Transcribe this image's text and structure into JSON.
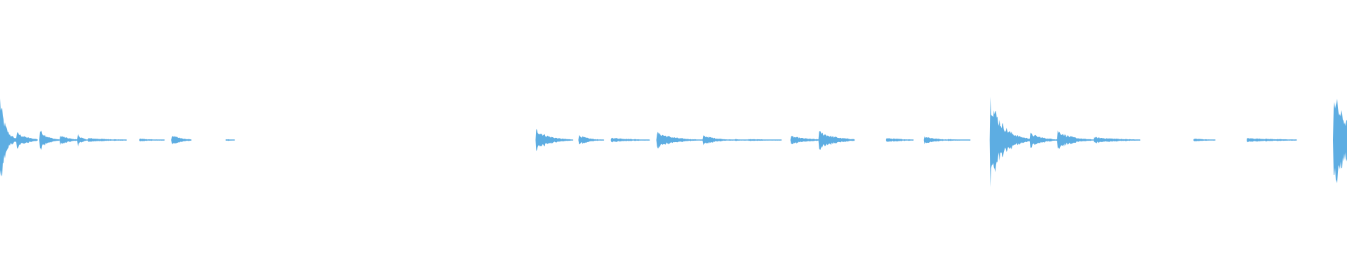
{
  "waveform": {
    "color": "#5dade2",
    "amplitude_scale": 78,
    "duration_fraction_count": 1920,
    "bursts": [
      {
        "start": 0.0,
        "end": 0.013,
        "peak": 0.9,
        "decay": 0.3
      },
      {
        "start": 0.013,
        "end": 0.028,
        "peak": 0.16,
        "decay": 0.5
      },
      {
        "start": 0.03,
        "end": 0.045,
        "peak": 0.22,
        "decay": 0.35
      },
      {
        "start": 0.045,
        "end": 0.058,
        "peak": 0.1,
        "decay": 0.5
      },
      {
        "start": 0.058,
        "end": 0.066,
        "peak": 0.12,
        "decay": 0.4
      },
      {
        "start": 0.066,
        "end": 0.094,
        "peak": 0.04,
        "decay": 0.7
      },
      {
        "start": 0.104,
        "end": 0.122,
        "peak": 0.03,
        "decay": 0.7
      },
      {
        "start": 0.128,
        "end": 0.142,
        "peak": 0.1,
        "decay": 0.5
      },
      {
        "start": 0.168,
        "end": 0.174,
        "peak": 0.02,
        "decay": 0.8
      },
      {
        "start": 0.398,
        "end": 0.425,
        "peak": 0.22,
        "decay": 0.35
      },
      {
        "start": 0.43,
        "end": 0.448,
        "peak": 0.1,
        "decay": 0.4
      },
      {
        "start": 0.454,
        "end": 0.482,
        "peak": 0.05,
        "decay": 0.6
      },
      {
        "start": 0.488,
        "end": 0.522,
        "peak": 0.16,
        "decay": 0.35
      },
      {
        "start": 0.522,
        "end": 0.546,
        "peak": 0.1,
        "decay": 0.4
      },
      {
        "start": 0.546,
        "end": 0.556,
        "peak": 0.02,
        "decay": 0.7
      },
      {
        "start": 0.556,
        "end": 0.58,
        "peak": 0.02,
        "decay": 0.9
      },
      {
        "start": 0.587,
        "end": 0.608,
        "peak": 0.08,
        "decay": 0.6
      },
      {
        "start": 0.608,
        "end": 0.634,
        "peak": 0.18,
        "decay": 0.45
      },
      {
        "start": 0.658,
        "end": 0.678,
        "peak": 0.04,
        "decay": 0.8
      },
      {
        "start": 0.686,
        "end": 0.704,
        "peak": 0.08,
        "decay": 0.5
      },
      {
        "start": 0.704,
        "end": 0.72,
        "peak": 0.02,
        "decay": 0.8
      },
      {
        "start": 0.735,
        "end": 0.765,
        "peak": 0.9,
        "decay": 0.3
      },
      {
        "start": 0.765,
        "end": 0.785,
        "peak": 0.14,
        "decay": 0.45
      },
      {
        "start": 0.785,
        "end": 0.812,
        "peak": 0.2,
        "decay": 0.35
      },
      {
        "start": 0.812,
        "end": 0.846,
        "peak": 0.06,
        "decay": 0.6
      },
      {
        "start": 0.886,
        "end": 0.902,
        "peak": 0.03,
        "decay": 0.8
      },
      {
        "start": 0.926,
        "end": 0.962,
        "peak": 0.04,
        "decay": 0.8
      },
      {
        "start": 0.99,
        "end": 1.0,
        "peak": 1.0,
        "decay": 1.0
      }
    ]
  }
}
